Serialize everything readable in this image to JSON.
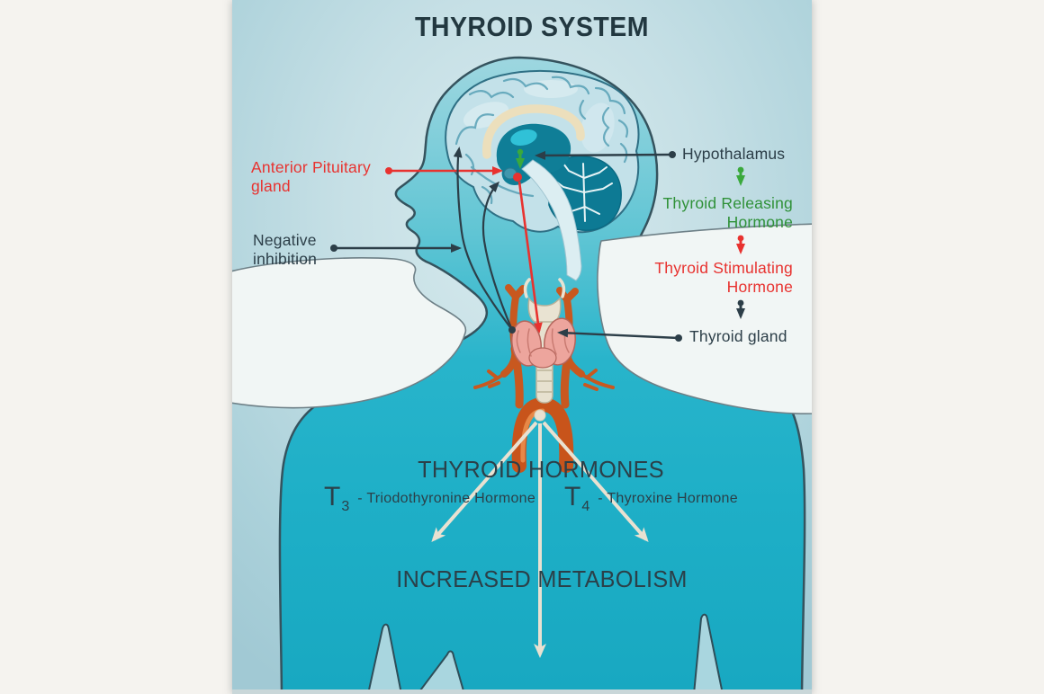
{
  "title": "THYROID SYSTEM",
  "left_labels": {
    "anterior_pituitary": "Anterior Pituitary gland",
    "negative_inhibition": "Negative inhibition"
  },
  "right_labels": {
    "hypothalamus": "Hypothalamus",
    "releasing_hormone": "Thyroid Releasing Hormone",
    "stimulating_hormone": "Thyroid Stimulating Hormone",
    "thyroid_gland": "Thyroid gland"
  },
  "bottom": {
    "thyroid_hormones": "THYROID HORMONES",
    "t3": {
      "symbol": "T",
      "sub": "3",
      "desc": "- Triodothyronine Hormone"
    },
    "t4": {
      "symbol": "T",
      "sub": "4",
      "desc": "- Thyroxine Hormone"
    },
    "increased_metabolism": "INCREASED METABOLISM"
  },
  "colors": {
    "red": "#e8322f",
    "green": "#2f9138",
    "dark_text": "#2c3e48",
    "body_teal": "#1fb0c8",
    "background_blue": "#b7d8df",
    "cream_arrow": "#e9e1d1",
    "vessel_orange": "#d2622a",
    "gland_pink": "#eda59d"
  }
}
